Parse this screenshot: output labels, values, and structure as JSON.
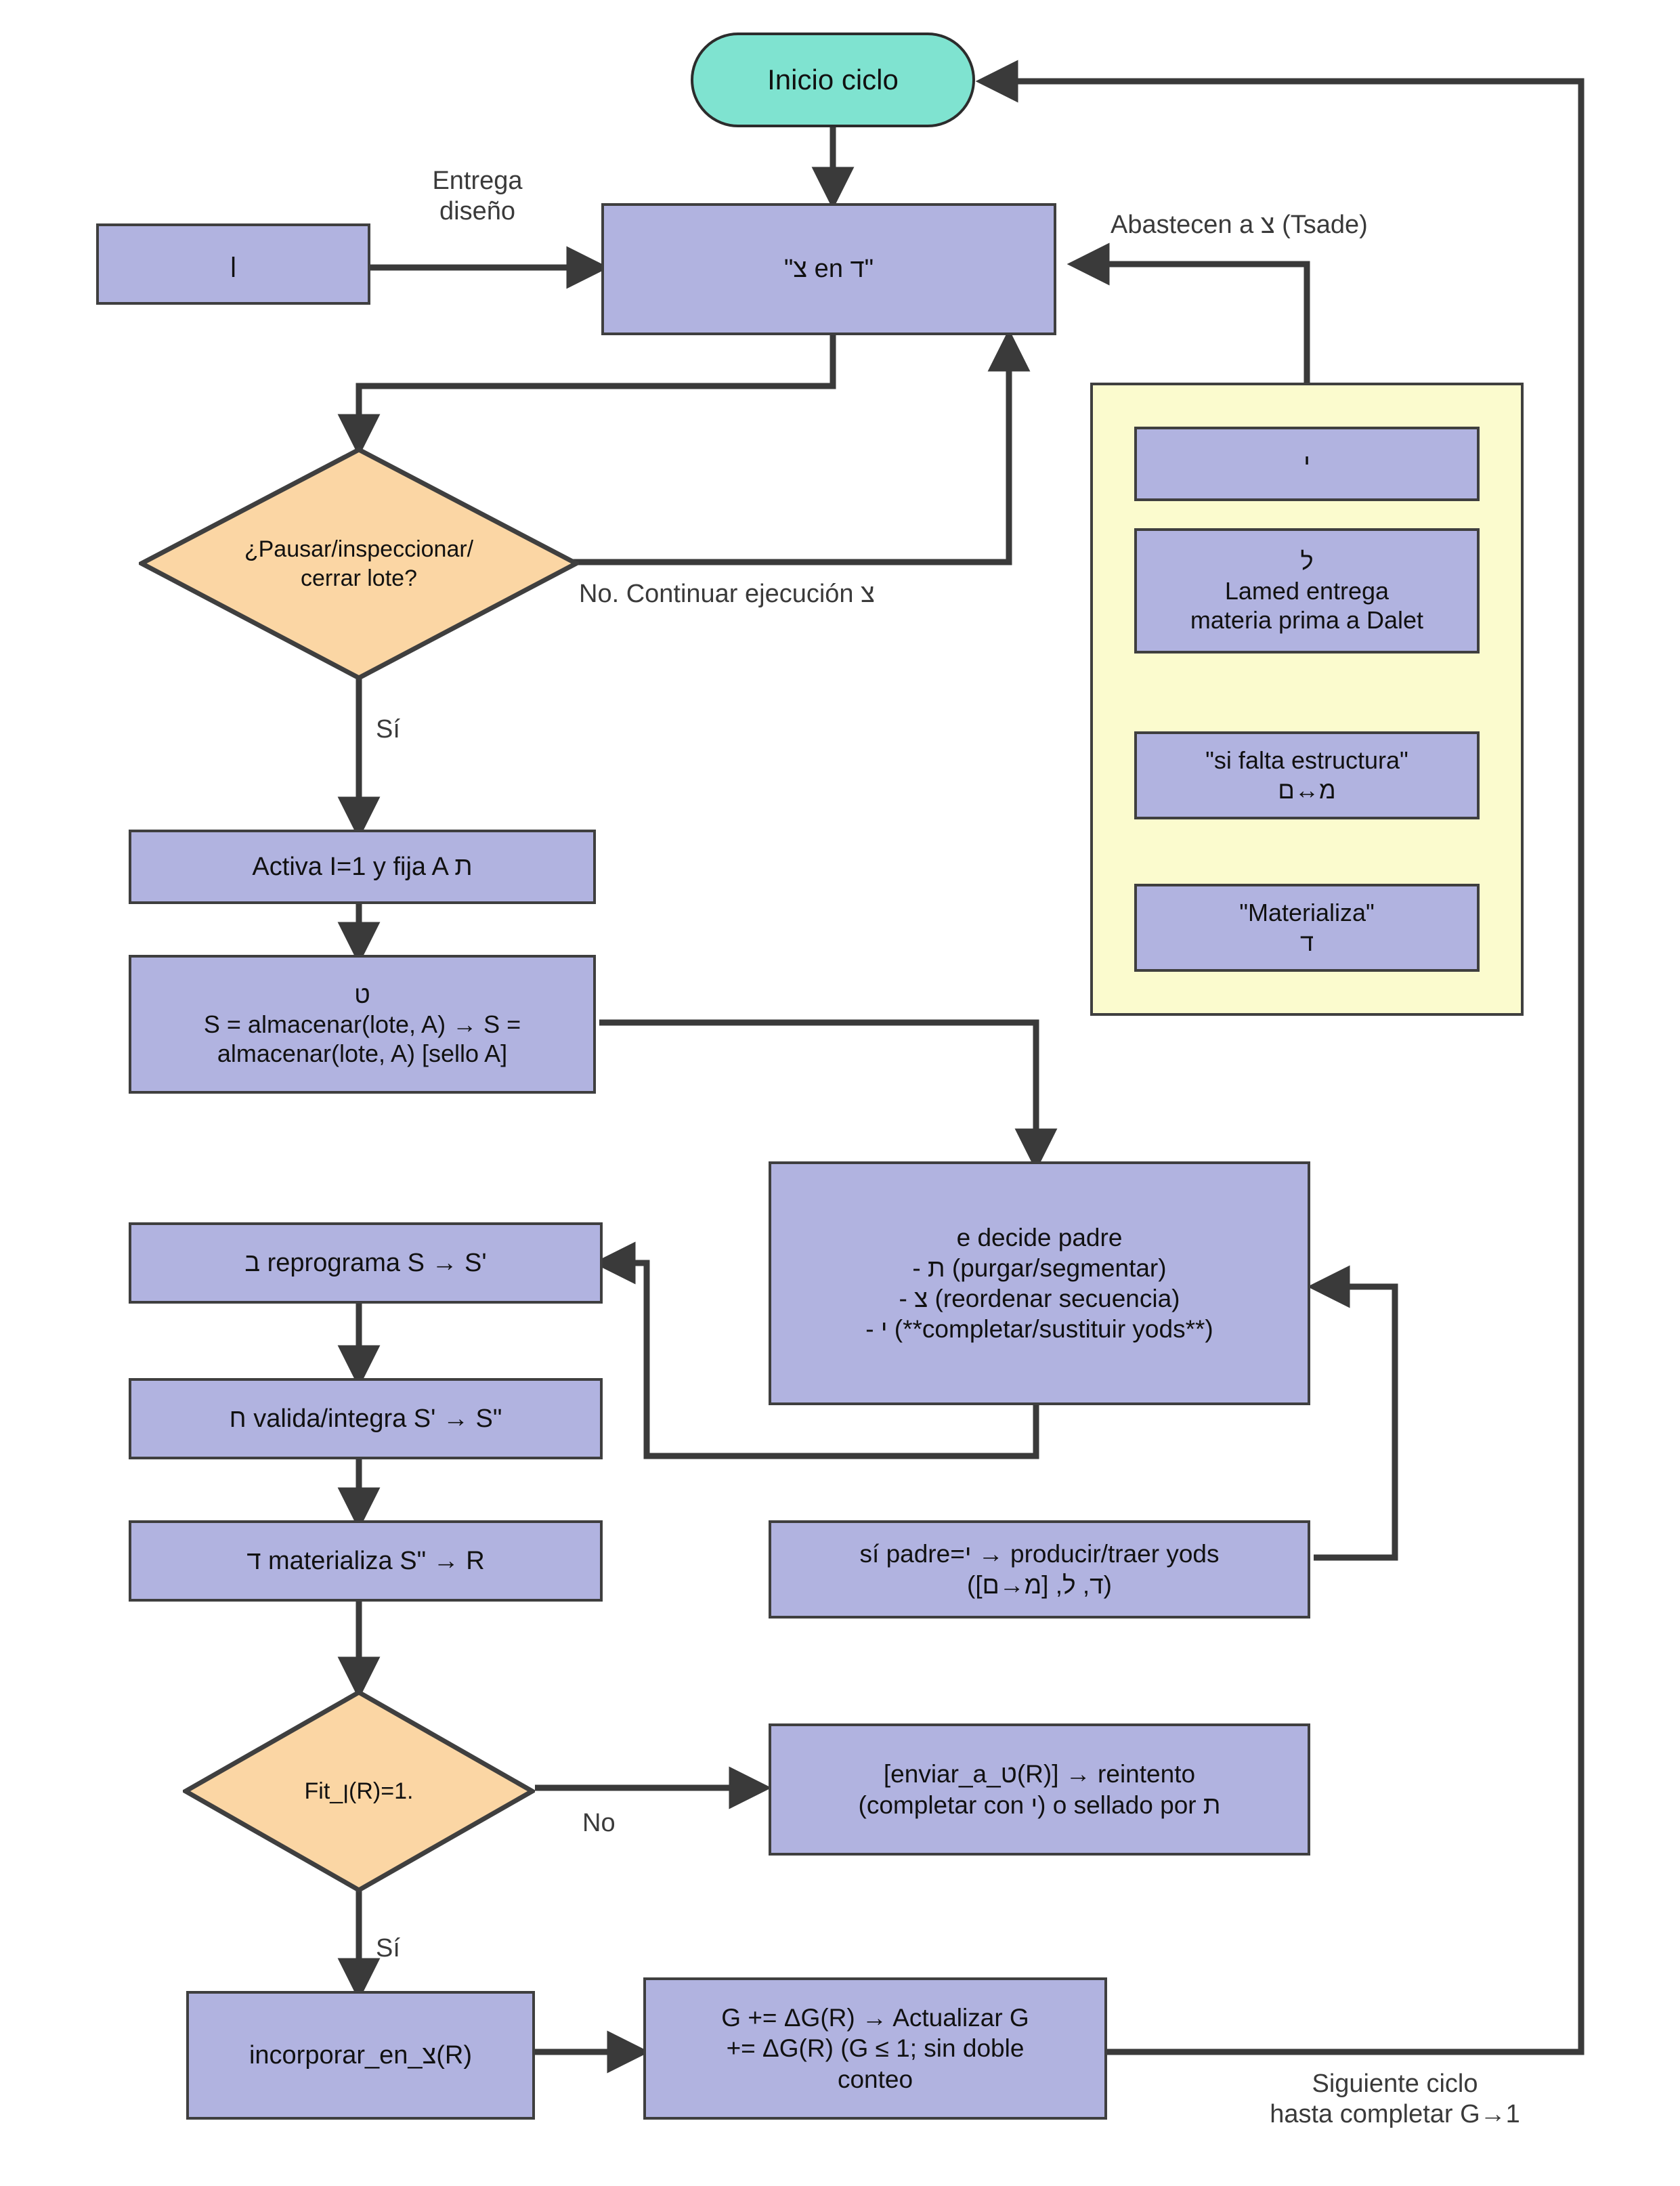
{
  "diagram": {
    "title": "Flujo de ciclo productivo (letras hebreas)",
    "colors": {
      "process_fill": "#b1b3e0",
      "terminator_fill": "#7fe3d0",
      "decision_fill": "#fbd6a4",
      "group_fill": "#fbfbce",
      "stroke": "#3f3f3f",
      "text": "#111111",
      "background": "#ffffff"
    }
  },
  "nodes": {
    "start": {
      "label": "Inicio ciclo",
      "shape": "terminator"
    },
    "vav_source": {
      "label": "ן",
      "shape": "process"
    },
    "tsade_en_dalet": {
      "label": "\"צ en ד\"",
      "shape": "process"
    },
    "decision_pause": {
      "label": "¿Pausar/inspeccionar/\ncerrar lote?",
      "shape": "decision"
    },
    "activa": {
      "label": "Activa I=1 y fija A ת",
      "shape": "process"
    },
    "almacenar": {
      "label": "ט\nS = almacenar(lote, A) → S =\nalmacenar(lote, A) [sello A]",
      "shape": "process"
    },
    "decide_padre": {
      "label": "e decide padre\n- ת (purgar/segmentar)\n- צ (reordenar secuencia)\n- י (**completar/sustituir yods**)",
      "shape": "process"
    },
    "reprograma": {
      "label": "ב reprograma S → S'",
      "shape": "process"
    },
    "valida": {
      "label": "ח valida/integra S' → S\"",
      "shape": "process"
    },
    "materializa": {
      "label": "ד materializa S\" → R",
      "shape": "process"
    },
    "si_padre_yod": {
      "label": "sí padre=י → producir/traer yods\n(ד, ל, [מ→ם])",
      "shape": "process"
    },
    "decision_fit": {
      "label": "Fit_ן(R)=1.",
      "shape": "decision"
    },
    "enviar_a_tet": {
      "label": "[enviar_a_ט(R)] → reintento\n(completar con י) o sellado por ת",
      "shape": "process"
    },
    "incorporar": {
      "label": "incorporar_en_צ(R)",
      "shape": "process"
    },
    "actualizar_g": {
      "label": "G += ΔG(R) → Actualizar G\n+= ΔG(R) (G ≤ 1; sin doble\nconteo",
      "shape": "process"
    }
  },
  "group_panel": {
    "name": "suministro-panel",
    "items": [
      {
        "label": "י"
      },
      {
        "label": "ל\nLamed entrega\nmateria prima a Dalet"
      },
      {
        "label": "\"si falta estructura\"\nמ↔ם"
      },
      {
        "label": "\"Materializa\"\nד"
      }
    ]
  },
  "edge_labels": {
    "entrega_diseno": "Entrega\ndiseño",
    "abastecen": "Abastecen a צ (Tsade)",
    "no_continuar": "No. Continuar ejecución צ",
    "si_pausa": "Sí",
    "no_fit": "No",
    "si_fit": "Sí",
    "siguiente_ciclo": "Siguiente ciclo\nhasta completar G→1"
  }
}
